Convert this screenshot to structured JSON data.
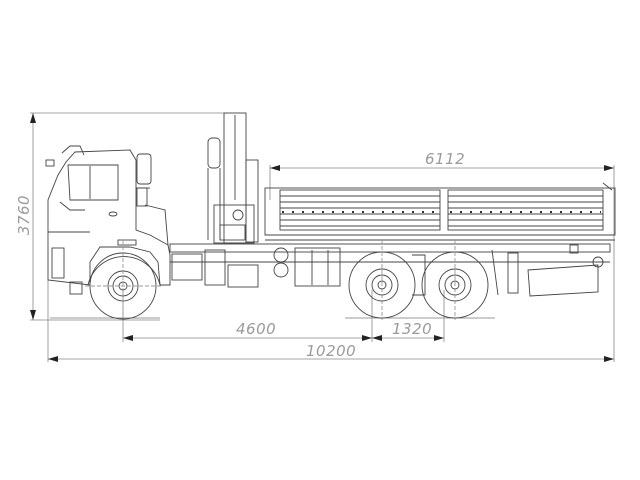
{
  "drawing": {
    "subject": "6x6 flatbed truck with loader crane behind cab, side elevation",
    "line_color": "#555555",
    "dimension_color": "#9a9a9a"
  },
  "dimensions": {
    "overall_height": {
      "label": "3760",
      "unit": "mm"
    },
    "cargo_body_length": {
      "label": "6112",
      "unit": "mm"
    },
    "wheelbase_front_to_bogie": {
      "label": "4600",
      "unit": "mm"
    },
    "rear_axle_spacing": {
      "label": "1320",
      "unit": "mm"
    },
    "overall_length": {
      "label": "10200",
      "unit": "mm"
    }
  }
}
